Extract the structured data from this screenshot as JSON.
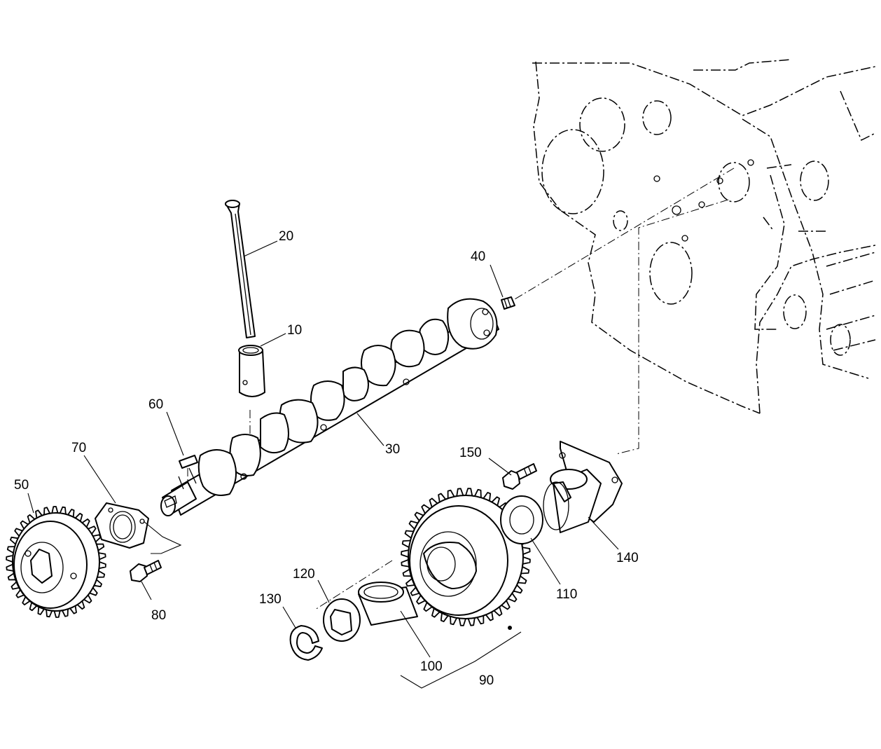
{
  "callouts": {
    "c10": "10",
    "c20": "20",
    "c30": "30",
    "c40": "40",
    "c50": "50",
    "c60": "60",
    "c70": "70",
    "c80": "80",
    "c90": "90",
    "c100": "100",
    "c110": "110",
    "c120": "120",
    "c130": "130",
    "c140": "140",
    "c150": "150"
  }
}
